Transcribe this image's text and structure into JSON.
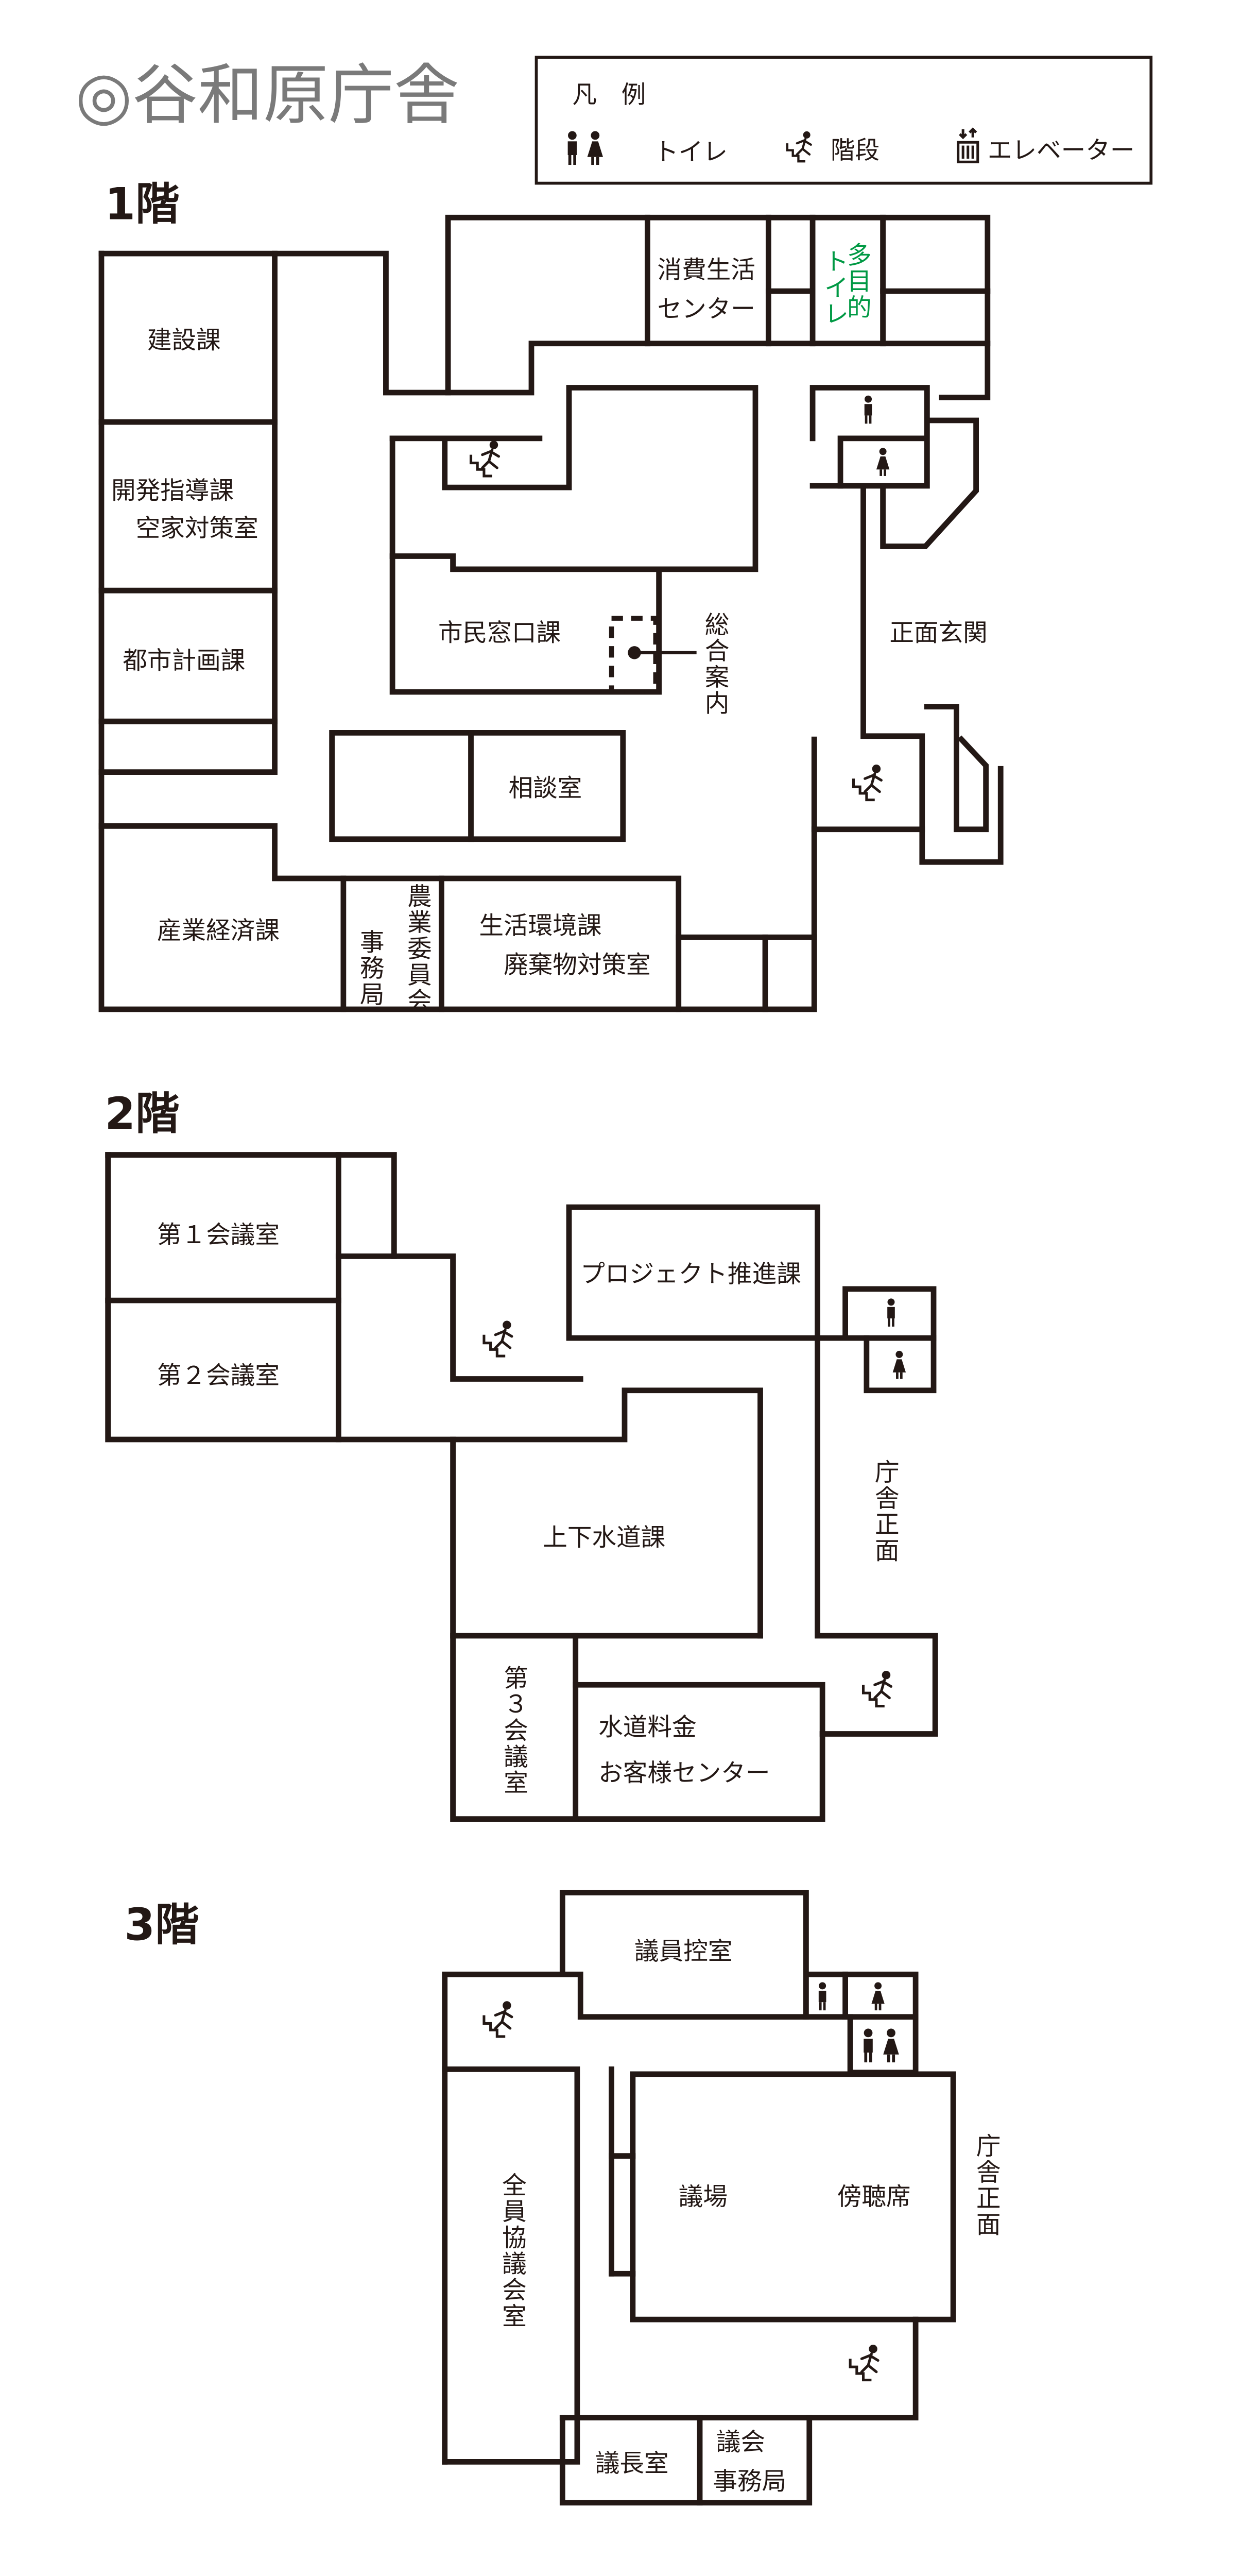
{
  "title": "◎谷和原庁舎",
  "legend": {
    "heading": "凡　例",
    "items": [
      {
        "icon": "toilet-icon",
        "label": "トイレ"
      },
      {
        "icon": "stairs-icon",
        "label": "階段"
      },
      {
        "icon": "elevator-icon",
        "label": "エレベーター"
      }
    ]
  },
  "floors": [
    {
      "label": "1階",
      "rooms": [
        "建設課",
        "開発指導課",
        "空家対策室",
        "都市計画課",
        "消費生活",
        "センター",
        "多目的",
        "トイレ",
        "市民窓口課",
        "総合案内",
        "正面玄関",
        "相談室",
        "産業経済課",
        "事務局",
        "農業委員会",
        "生活環境課",
        "廃棄物対策室"
      ]
    },
    {
      "label": "2階",
      "rooms": [
        "第１会議室",
        "第２会議室",
        "プロジェクト推進課",
        "上下水道課",
        "庁舎正面",
        "第３会議室",
        "水道料金",
        "お客様センター"
      ]
    },
    {
      "label": "3階",
      "rooms": [
        "議員控室",
        "議場",
        "傍聴席",
        "庁舎正面",
        "全員協議会室",
        "議長室",
        "議会",
        "事務局"
      ]
    }
  ],
  "colors": {
    "wall": "#231815",
    "title": "#7a7a7a",
    "accessible_toilet": "#009944"
  }
}
